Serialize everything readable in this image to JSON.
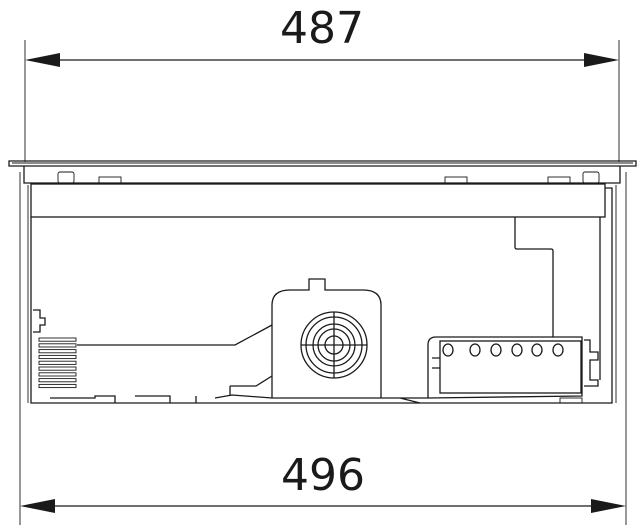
{
  "dimensions": {
    "top_width": "487",
    "bottom_width": "496"
  },
  "drawing": {
    "fan_vent_slats": 9,
    "connector_holes": 6
  }
}
